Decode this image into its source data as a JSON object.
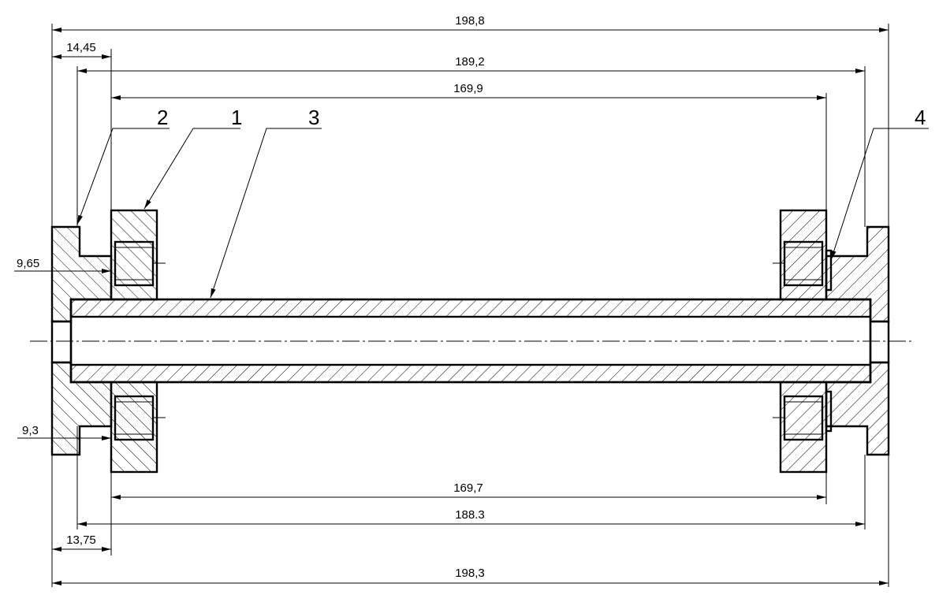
{
  "drawing": {
    "dimensions": {
      "overall_top": "198,8",
      "left_offset_top": "14,45",
      "middle_top": "189,2",
      "inner_top": "169,9",
      "left_small_upper": "9,65",
      "left_small_lower": "9,3",
      "inner_bottom": "169,7",
      "middle_bottom": "188.3",
      "left_offset_bottom": "13,75",
      "overall_bottom": "198,3"
    },
    "callouts": {
      "part_1": "1",
      "part_2": "2",
      "part_3": "3",
      "part_4": "4"
    }
  }
}
